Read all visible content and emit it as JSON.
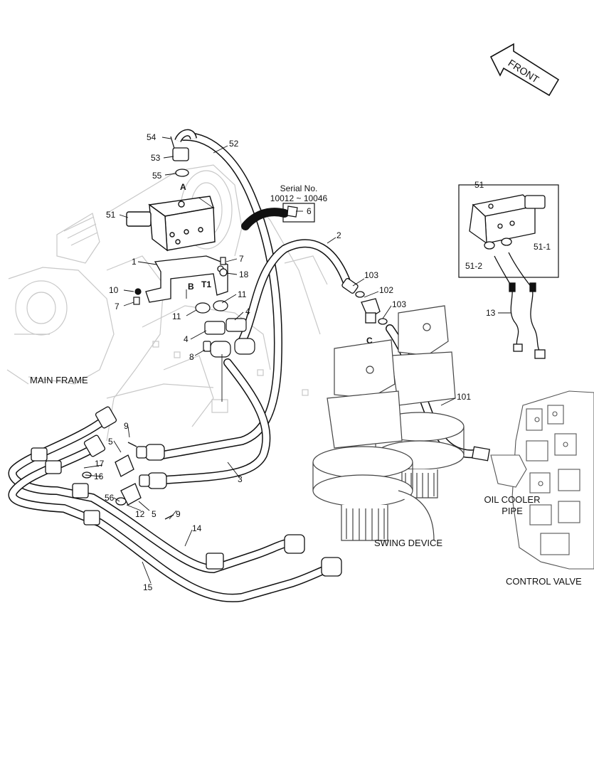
{
  "direction": {
    "front": "FRONT"
  },
  "serial": {
    "title": "Serial No.",
    "range": "10012 ~ 10046"
  },
  "areas": {
    "main_frame": "MAIN FRAME",
    "swing_device": "SWING DEVICE",
    "oil_cooler_line1": "OIL COOLER",
    "oil_cooler_line2": "PIPE",
    "control_valve": "CONTROL VALVE"
  },
  "ports": {
    "a": "A",
    "b": "B",
    "t1": "T1",
    "c": "C"
  },
  "parts": {
    "p54": "54",
    "p53": "53",
    "p55": "55",
    "p52": "52",
    "p51": "51",
    "p1": "1",
    "p7a": "7",
    "p18": "18",
    "p10": "10",
    "p7b": "7",
    "p11a": "11",
    "p11b": "11",
    "p4a": "4",
    "p4b": "4",
    "p8": "8",
    "p6": "6",
    "p2": "2",
    "p103a": "103",
    "p102": "102",
    "p103b": "103",
    "p101": "101",
    "p3": "3",
    "p9a": "9",
    "p5a": "5",
    "p17": "17",
    "p16": "16",
    "p56": "56",
    "p12": "12",
    "p5b": "5",
    "p9b": "9",
    "p14": "14",
    "p15": "15",
    "p51_detail": "51",
    "p51_1": "51-1",
    "p51_2": "51-2",
    "p13": "13"
  }
}
